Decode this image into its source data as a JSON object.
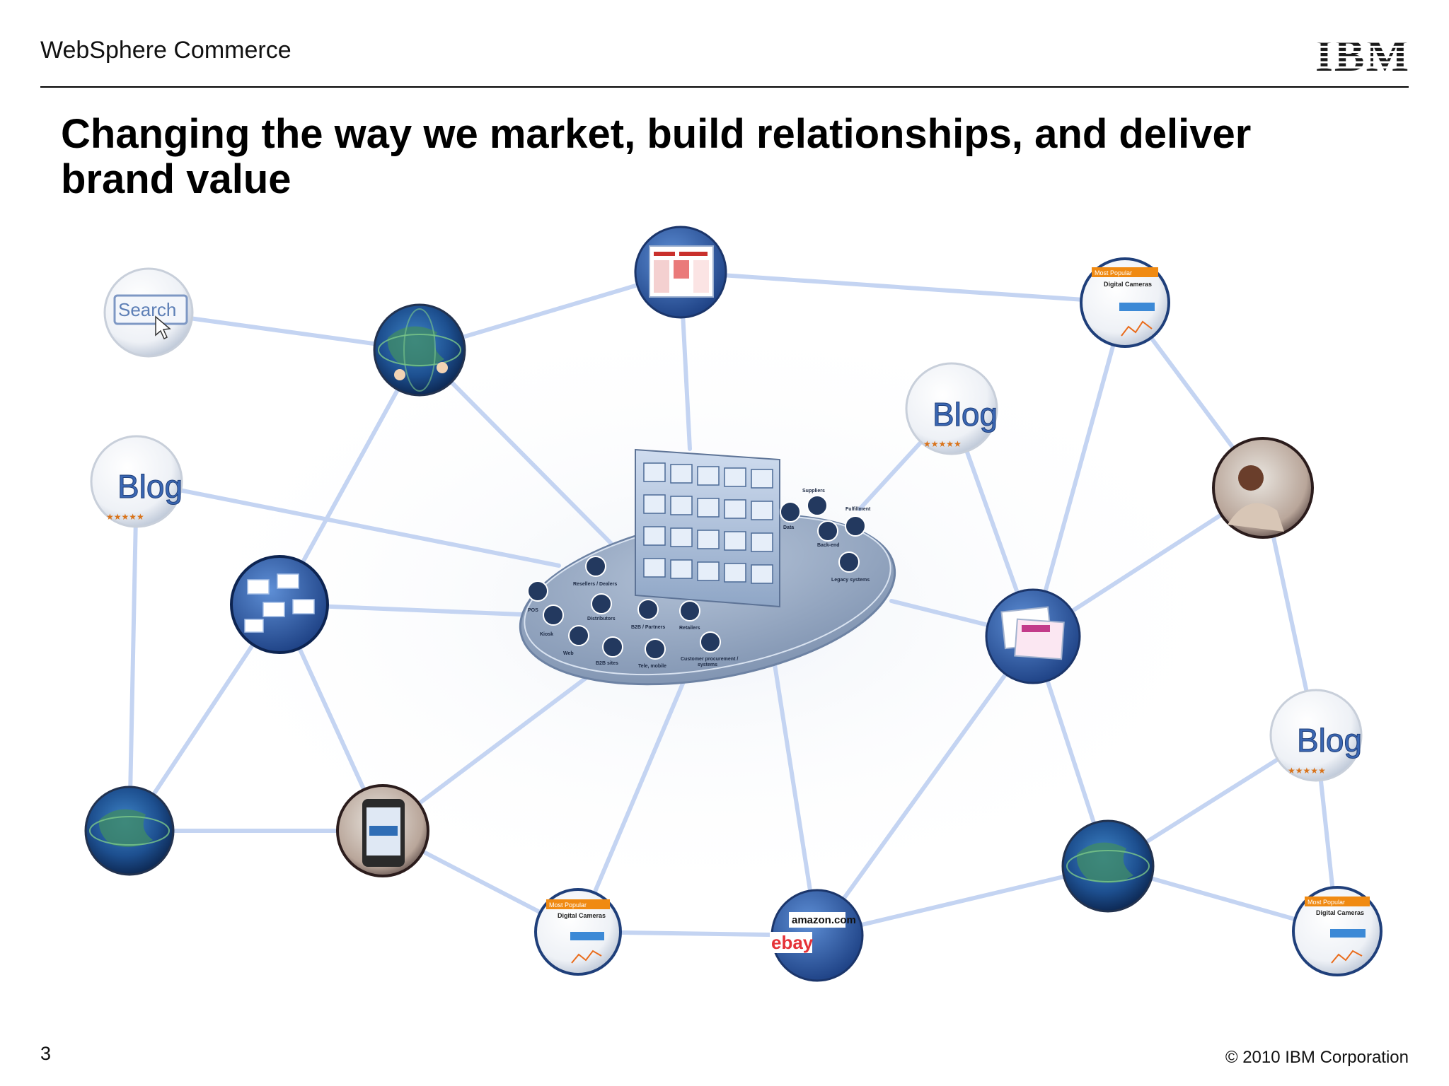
{
  "header": {
    "product": "WebSphere Commerce",
    "logo_text": "IBM"
  },
  "slide": {
    "title_line1": "Changing the way we market, build relationships, and deliver",
    "title_line2": "brand value"
  },
  "footer": {
    "page_number": "3",
    "copyright": "© 2010 IBM Corporation"
  },
  "nodes": {
    "search": "Search",
    "blog": "Blog",
    "amazon": "amazon.com",
    "ebay": "ebay",
    "most_popular": "Most Popular",
    "digital_cameras": "Digital Cameras"
  },
  "hub": {
    "resellers": "Resellers / Dealers",
    "pos": "POS",
    "distributors": "Distributors",
    "kiosk": "Kiosk",
    "b2b_partners": "B2B / Partners",
    "retailers": "Retailers",
    "web": "Web",
    "b2b_sites": "B2B sites",
    "tele_mobile": "Tele, mobile",
    "customer_procurement_1": "Customer procurement /",
    "customer_procurement_2": "systems",
    "suppliers": "Suppliers",
    "fulfillment": "Fulfillment",
    "data": "Data",
    "back_end": "Back-end",
    "legacy_systems": "Legacy systems"
  },
  "colors": {
    "connector": "#c4d4f2",
    "globe": "#1f5fa8",
    "hub_platform": "#8fa3bf",
    "accent": "#f08a12"
  }
}
